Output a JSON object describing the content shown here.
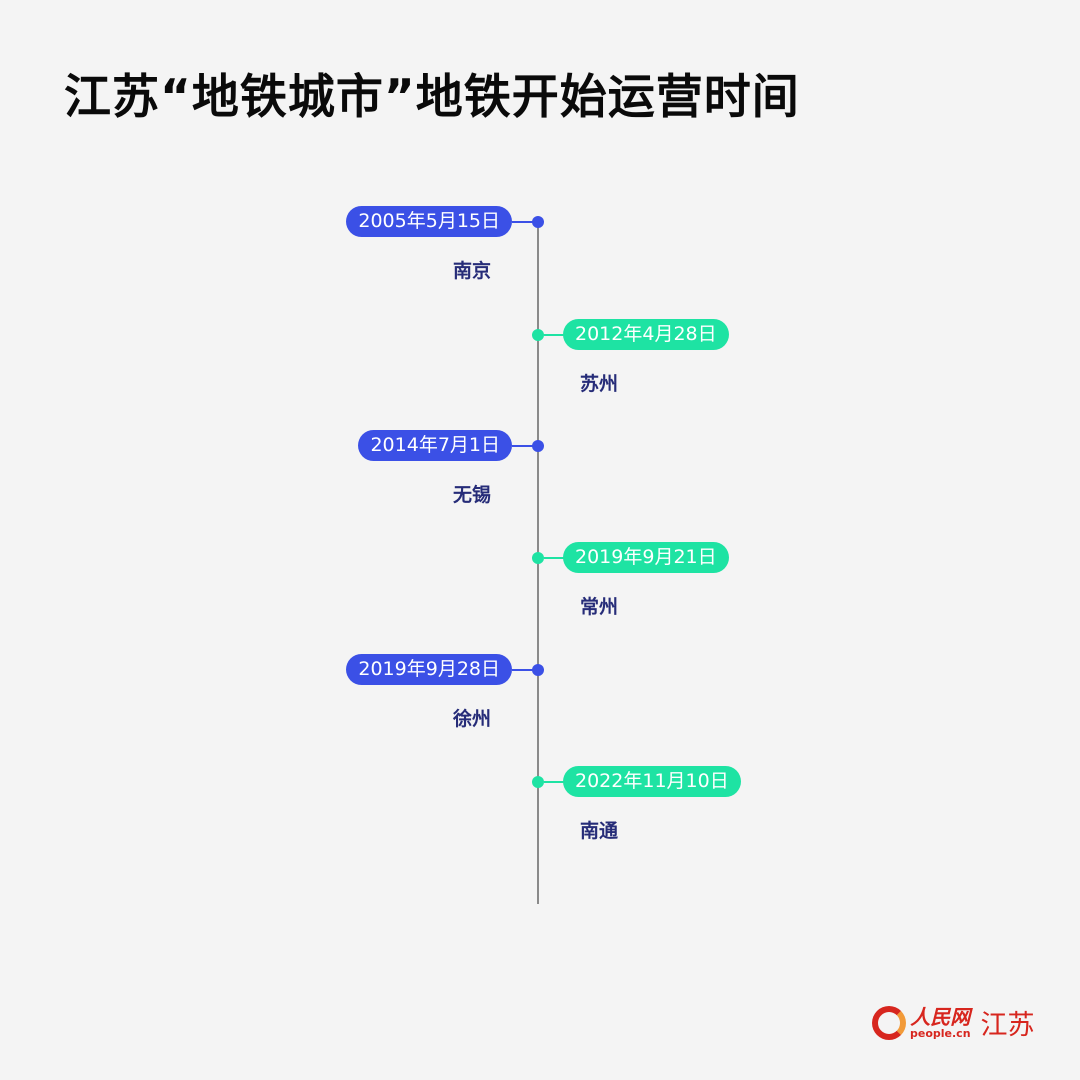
{
  "title": "江苏“地铁城市”地铁开始运营时间",
  "events": [
    {
      "date": "2005年5月15日",
      "city": "南京",
      "side": "left"
    },
    {
      "date": "2012年4月28日",
      "city": "苏州",
      "side": "right"
    },
    {
      "date": "2014年7月1日",
      "city": "无锡",
      "side": "left"
    },
    {
      "date": "2019年9月21日",
      "city": "常州",
      "side": "right"
    },
    {
      "date": "2019年9月28日",
      "city": "徐州",
      "side": "left"
    },
    {
      "date": "2022年11月10日",
      "city": "南通",
      "side": "right"
    }
  ],
  "colors": {
    "left": "#3b50e6",
    "right": "#1ee3a3",
    "city_text": "#262c78"
  },
  "logo": {
    "name_cn": "人民网",
    "domain": "people.cn",
    "region": "江苏"
  }
}
